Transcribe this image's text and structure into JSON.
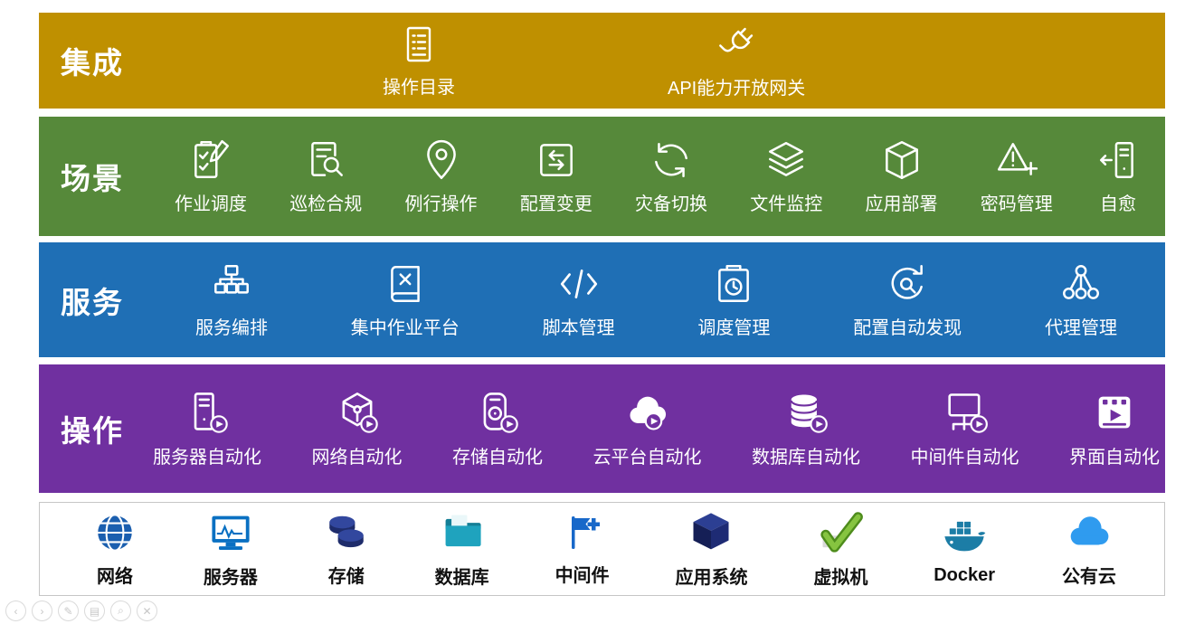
{
  "colors": {
    "integration_band": "#BF9000",
    "scenario_band": "#56893A",
    "service_band": "#1F6FB5",
    "operation_band": "#7030A0",
    "infrastructure_band": "#FFFFFF"
  },
  "bands": [
    {
      "label": "集成",
      "items": [
        {
          "label": "操作目录",
          "icon": "catalog-icon"
        },
        {
          "label": "API能力开放网关",
          "icon": "api-gateway-icon"
        }
      ]
    },
    {
      "label": "场景",
      "items": [
        {
          "label": "作业调度",
          "icon": "job-scheduling-icon"
        },
        {
          "label": "巡检合规",
          "icon": "inspection-compliance-icon"
        },
        {
          "label": "例行操作",
          "icon": "routine-operation-icon"
        },
        {
          "label": "配置变更",
          "icon": "config-change-icon"
        },
        {
          "label": "灾备切换",
          "icon": "disaster-switch-icon"
        },
        {
          "label": "文件监控",
          "icon": "file-monitor-icon"
        },
        {
          "label": "应用部署",
          "icon": "app-deploy-icon"
        },
        {
          "label": "密码管理",
          "icon": "password-mgmt-icon"
        },
        {
          "label": "自愈",
          "icon": "self-healing-icon"
        }
      ]
    },
    {
      "label": "服务",
      "items": [
        {
          "label": "服务编排",
          "icon": "service-orchestration-icon"
        },
        {
          "label": "集中作业平台",
          "icon": "central-job-platform-icon"
        },
        {
          "label": "脚本管理",
          "icon": "script-mgmt-icon"
        },
        {
          "label": "调度管理",
          "icon": "schedule-mgmt-icon"
        },
        {
          "label": "配置自动发现",
          "icon": "auto-discovery-icon"
        },
        {
          "label": "代理管理",
          "icon": "agent-mgmt-icon"
        }
      ]
    },
    {
      "label": "操作",
      "items": [
        {
          "label": "服务器自动化",
          "icon": "server-automation-icon"
        },
        {
          "label": "网络自动化",
          "icon": "network-automation-icon"
        },
        {
          "label": "存储自动化",
          "icon": "storage-automation-icon"
        },
        {
          "label": "云平台自动化",
          "icon": "cloud-automation-icon"
        },
        {
          "label": "数据库自动化",
          "icon": "database-automation-icon"
        },
        {
          "label": "中间件自动化",
          "icon": "middleware-automation-icon"
        },
        {
          "label": "界面自动化",
          "icon": "ui-automation-icon"
        }
      ]
    },
    {
      "label": "",
      "items": [
        {
          "label": "网络",
          "icon": "network-icon"
        },
        {
          "label": "服务器",
          "icon": "server-icon"
        },
        {
          "label": "存储",
          "icon": "storage-icon"
        },
        {
          "label": "数据库",
          "icon": "database-icon"
        },
        {
          "label": "中间件",
          "icon": "middleware-icon"
        },
        {
          "label": "应用系统",
          "icon": "app-system-icon"
        },
        {
          "label": "虚拟机",
          "icon": "virtual-machine-icon"
        },
        {
          "label": "Docker",
          "icon": "docker-icon"
        },
        {
          "label": "公有云",
          "icon": "public-cloud-icon"
        }
      ]
    }
  ],
  "viewer_controls": [
    {
      "name": "prev-slide",
      "glyph": "‹"
    },
    {
      "name": "next-slide",
      "glyph": "›"
    },
    {
      "name": "pen-tool",
      "glyph": "✎"
    },
    {
      "name": "slideshow-menu",
      "glyph": "▤"
    },
    {
      "name": "zoom-tool",
      "glyph": "⌕"
    },
    {
      "name": "exit-slideshow",
      "glyph": "✕"
    }
  ]
}
